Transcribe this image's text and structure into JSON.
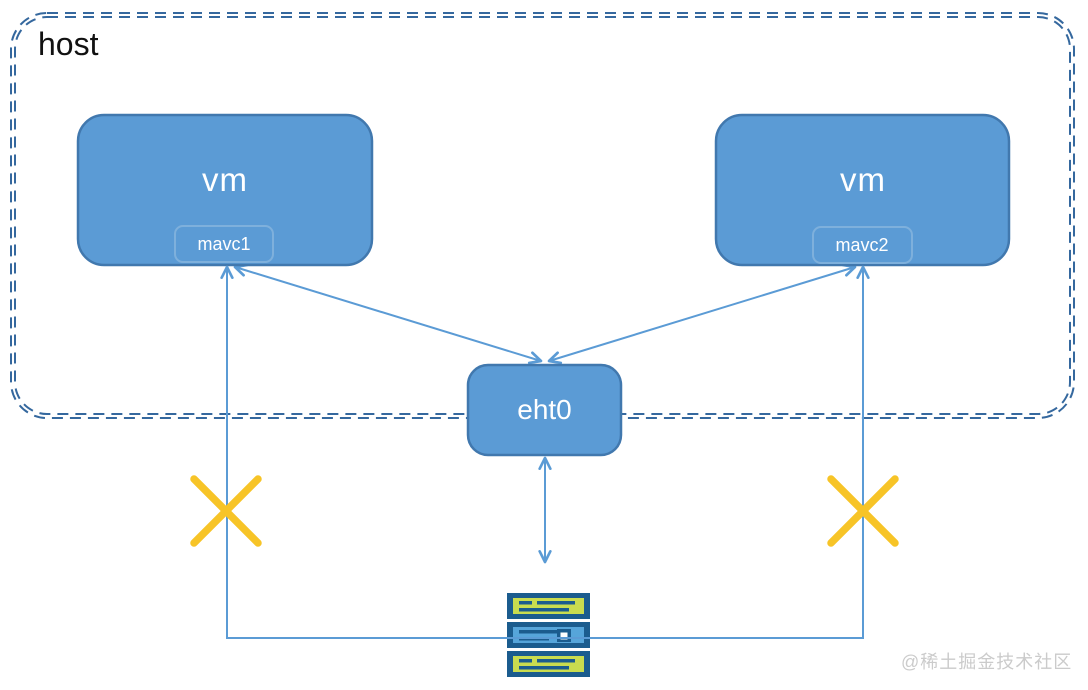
{
  "diagram": {
    "host": {
      "label": "host"
    },
    "nodes": {
      "vm_left": {
        "label": "vm",
        "nic": "mavc1"
      },
      "vm_right": {
        "label": "vm",
        "nic": "mavc2"
      },
      "eth": {
        "label": "eht0"
      }
    },
    "connections": [
      "mavc1 <-> eht0",
      "mavc2 <-> eht0",
      "eht0 <-> switch",
      "mavc1 - switch (blocked)",
      "mavc2 - switch (blocked)"
    ],
    "watermark": "@稀土掘金技术社区"
  },
  "colors": {
    "node_fill": "#5B9BD5",
    "node_border": "#4178AE",
    "nic_border": "#7EB0DC",
    "line": "#5B9BD5",
    "host_border": "#35689E",
    "cross": "#F7C427",
    "server_dark": "#1B5C8E",
    "server_lime": "#C9DC4F",
    "server_light": "#56A5DA",
    "text_dark": "#111111",
    "text_light": "#FFFFFF",
    "watermark": "#CBCBCB"
  }
}
